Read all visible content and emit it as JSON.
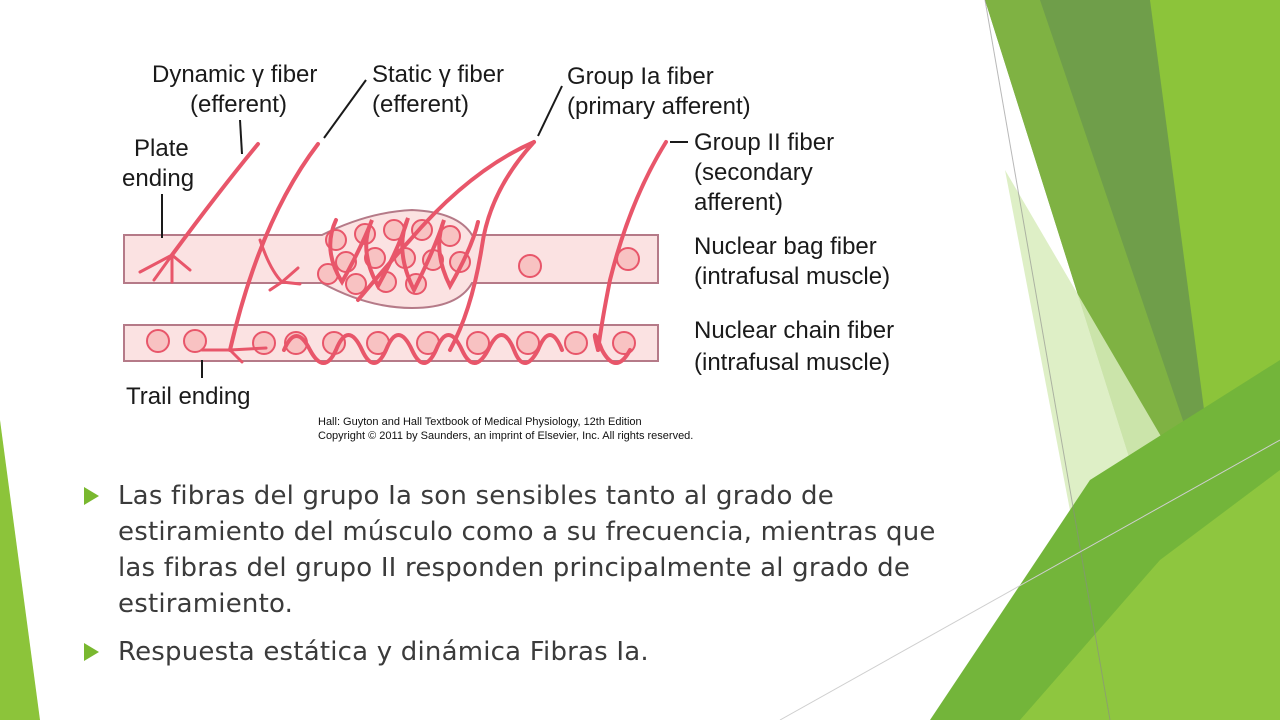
{
  "theme": {
    "accent": "#79b82f",
    "fiber_color": "#e8566a",
    "nucleus_color": "#f8c2c2"
  },
  "diagram": {
    "labels": {
      "dynamic_1": "Dynamic γ fiber",
      "dynamic_2": "(efferent)",
      "static_1": "Static γ fiber",
      "static_2": "(efferent)",
      "group_ia_1": "Group Ia fiber",
      "group_ia_2": "(primary afferent)",
      "group_ii_1": "Group II fiber",
      "group_ii_2": "(secondary",
      "group_ii_3": "afferent)",
      "plate_1": "Plate",
      "plate_2": "ending",
      "bag_1": "Nuclear bag fiber",
      "bag_2": "(intrafusal muscle)",
      "chain_1": "Nuclear chain fiber",
      "chain_2": "(intrafusal muscle)",
      "trail": "Trail ending"
    },
    "credit_line_1": "Hall: Guyton and Hall Textbook of Medical Physiology, 12th Edition",
    "credit_line_2": "Copyright © 2011 by Saunders, an imprint of Elsevier, Inc. All rights reserved."
  },
  "bullets": [
    "Las fibras del grupo Ia son sensibles tanto al grado de estiramiento del músculo como a su frecuencia, mientras que las fibras del grupo II responden principalmente al grado de estiramiento.",
    "Respuesta estática y dinámica Fibras Ia."
  ]
}
